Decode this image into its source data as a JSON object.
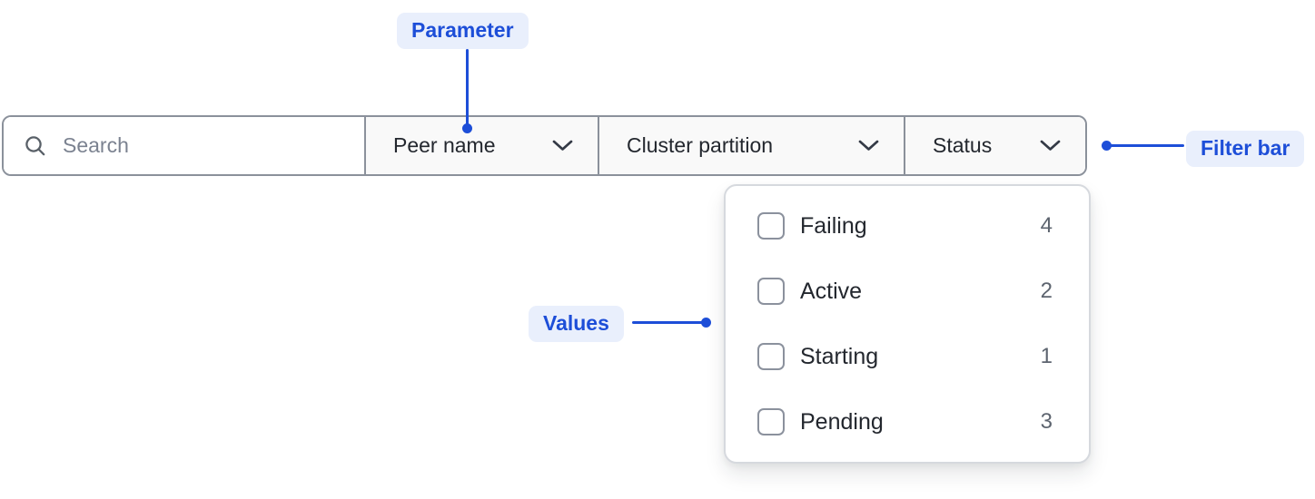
{
  "colors": {
    "accent": "#1d4ed8",
    "badge_bg": "#e9effc"
  },
  "annotations": {
    "parameter": "Parameter",
    "values": "Values",
    "filter_bar": "Filter bar"
  },
  "filter_bar": {
    "search": {
      "placeholder": "Search",
      "value": "",
      "icon": "magnifier"
    },
    "dropdowns": [
      {
        "label": "Peer name"
      },
      {
        "label": "Cluster partition"
      },
      {
        "label": "Status"
      }
    ]
  },
  "status_menu": {
    "items": [
      {
        "label": "Failing",
        "count": "4",
        "checked": false
      },
      {
        "label": "Active",
        "count": "2",
        "checked": false
      },
      {
        "label": "Starting",
        "count": "1",
        "checked": false
      },
      {
        "label": "Pending",
        "count": "3",
        "checked": false
      }
    ]
  }
}
